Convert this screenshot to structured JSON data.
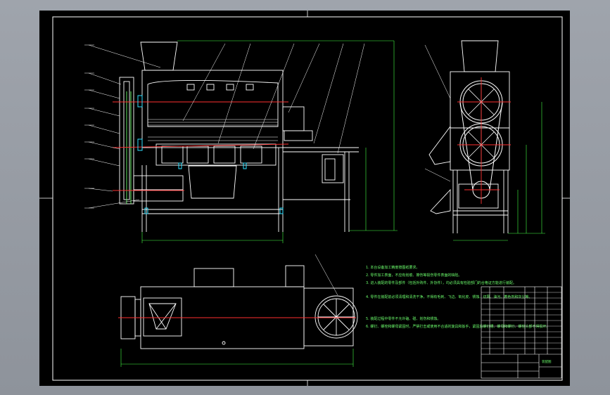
{
  "colors": {
    "background_gray": "#9aa0a8",
    "sheet": "#000000",
    "line_white": "#ffffff",
    "line_green": "#6cff6c",
    "center_red": "#ff3030",
    "dimension_green": "#44ff44",
    "cyan_fastener": "#30e0ff"
  },
  "views": [
    {
      "id": "front-view",
      "description_icon": "machine-front-section-icon"
    },
    {
      "id": "side-view",
      "description_icon": "belt-drive-side-icon"
    },
    {
      "id": "top-view",
      "description_icon": "machine-top-icon"
    }
  ],
  "tech_requirements": [
    "1. 本台设备加工精度按图纸要求。",
    "2. 零件加工表面，不应有划痕、擦伤等损伤零件表面的缺陷。",
    "3. 进入装配的零件及部件（包括外购件、外协件），均必须具有检验部门的合格证方能进行装配。",
    "4. 零件在装配前必须清理和清洗干净，不得有毛刺、飞边、氧化皮、锈蚀、切屑、油污、着色剂和灰尘等。",
    "5. 装配过程中零件不允许磕、碰、划伤和锈蚀。",
    "6. 螺钉、螺栓和螺母紧固时，严禁打击或使用不合适的旋具和扳手，紧固后螺钉槽、螺母和螺钉、螺栓头部不得损坏。"
  ],
  "title_block": {
    "drawing_title": "装配图",
    "rows": 12
  }
}
